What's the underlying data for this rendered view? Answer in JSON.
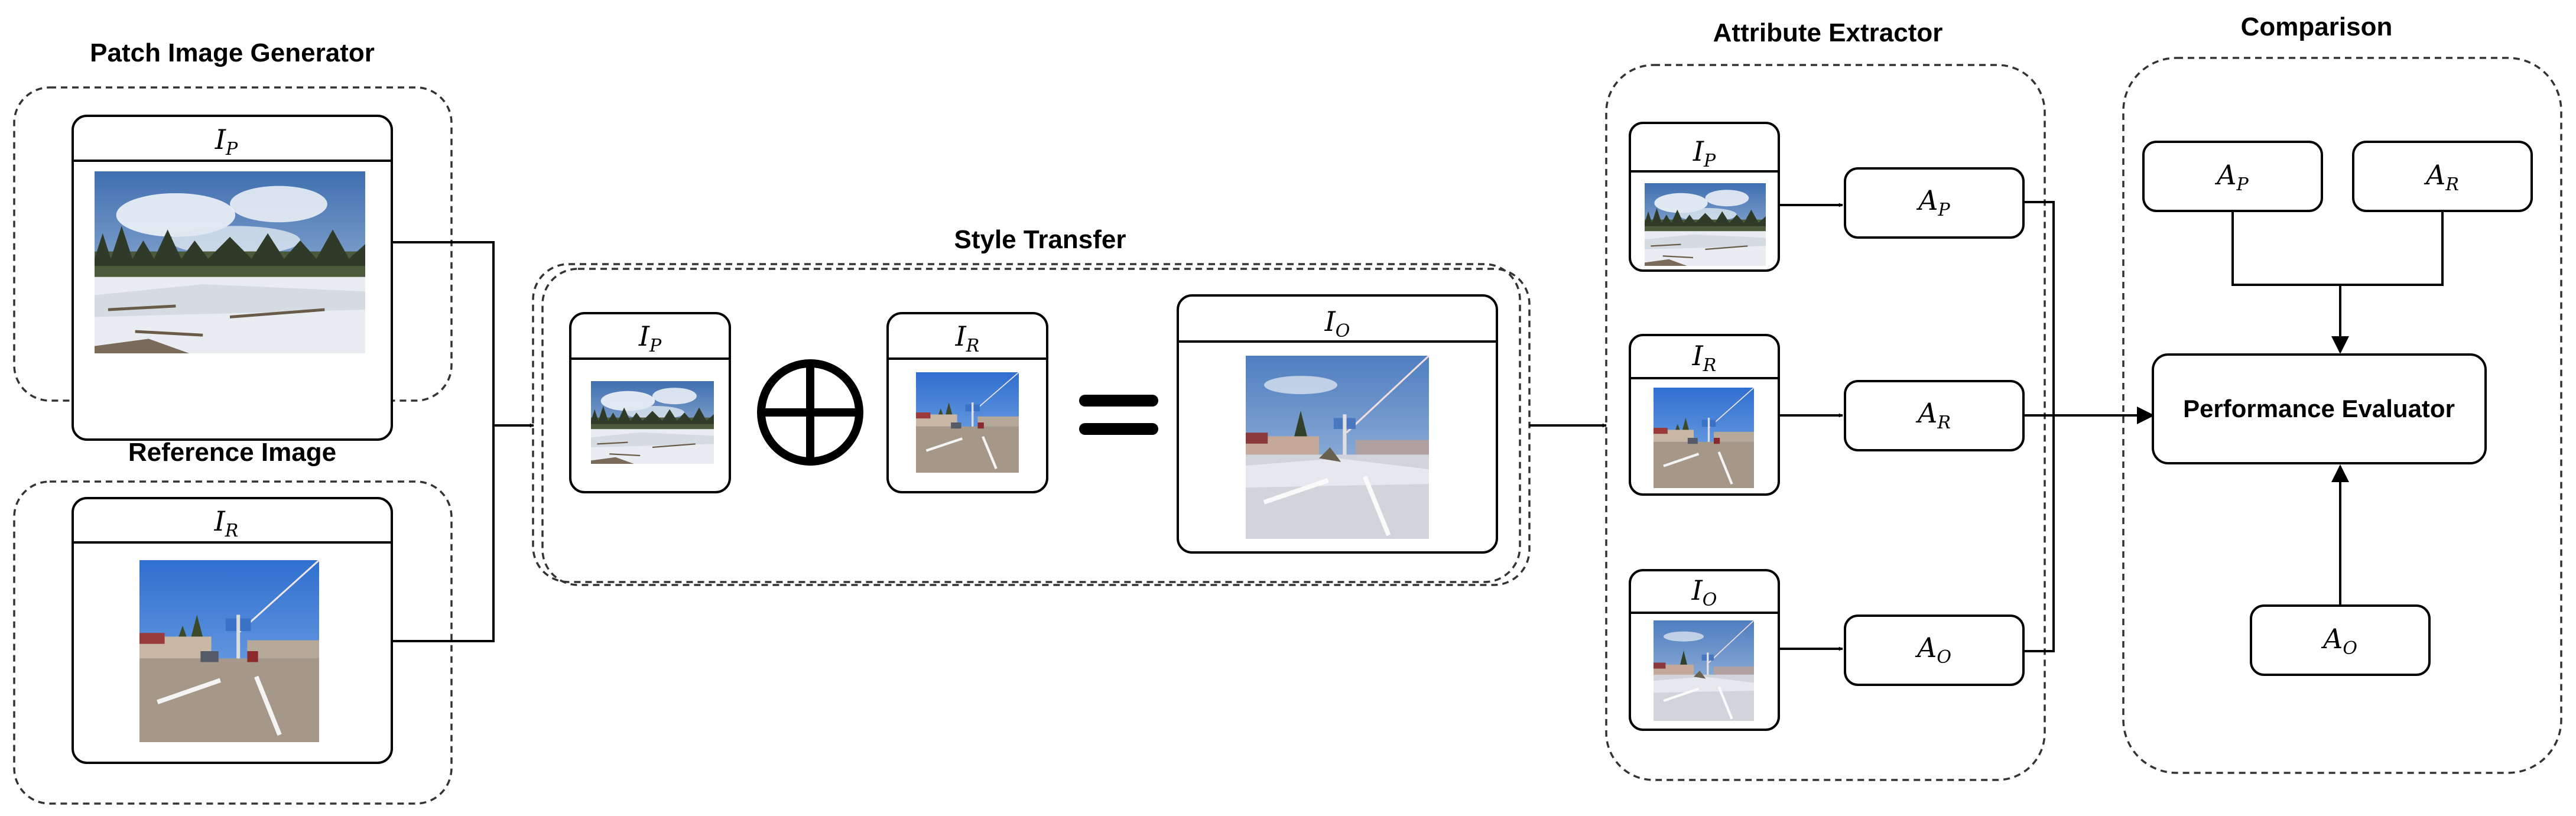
{
  "groups": {
    "patch_generator": "Patch Image Generator",
    "reference_image": "Reference Image",
    "style_transfer": "Style Transfer",
    "attribute_extractor": "Attribute Extractor",
    "comparison": "Comparison"
  },
  "symbols": {
    "image": "I",
    "attribute": "A",
    "sub_patch": "P",
    "sub_reference": "R",
    "sub_output": "O"
  },
  "evaluator": "Performance Evaluator",
  "colors": {
    "border": "#000000",
    "dashed_border": "#333333",
    "background": "#ffffff"
  }
}
